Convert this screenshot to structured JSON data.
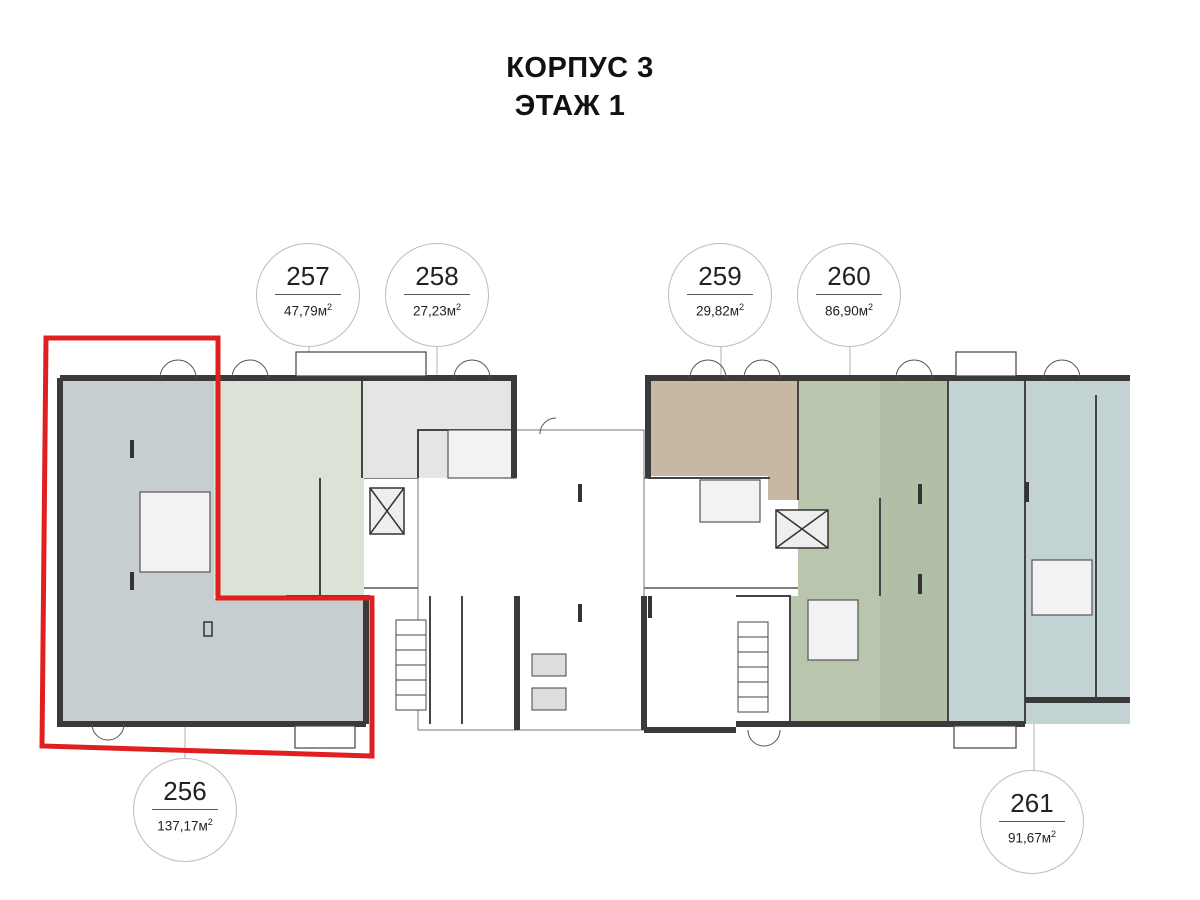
{
  "header": {
    "building": "КОРПУС 3",
    "floor": "ЭТАЖ 1"
  },
  "units": [
    {
      "id": "256",
      "area": "137,17м",
      "unit_sup": "2"
    },
    {
      "id": "257",
      "area": "47,79м",
      "unit_sup": "2"
    },
    {
      "id": "258",
      "area": "27,23м",
      "unit_sup": "2"
    },
    {
      "id": "259",
      "area": "29,82м",
      "unit_sup": "2"
    },
    {
      "id": "260",
      "area": "86,90м",
      "unit_sup": "2"
    },
    {
      "id": "261",
      "area": "91,67м",
      "unit_sup": "2"
    }
  ],
  "colors": {
    "selected_outline": "#e02020",
    "unit_256": "#c7ced0",
    "unit_257": "#dde2d6",
    "unit_258": "#e4e6e4",
    "unit_259": "#c7b8a3",
    "unit_260": "#b9c6ad",
    "unit_261": "#c3d2d2",
    "wall": "#3a3a3a"
  }
}
